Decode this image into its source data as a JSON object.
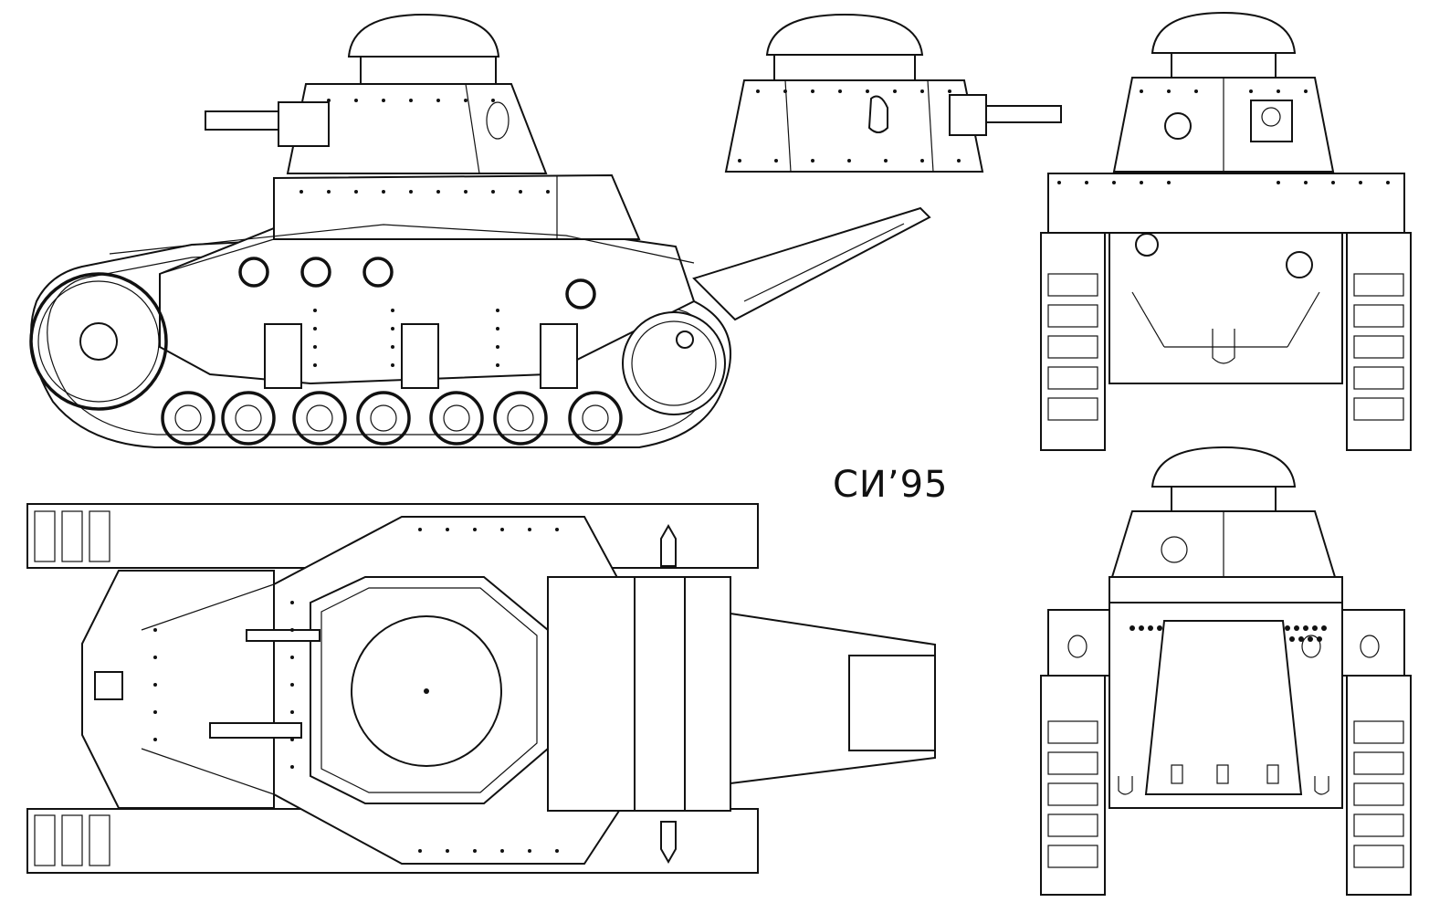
{
  "signature": "СИ’95",
  "views": {
    "side": "side-view",
    "turret": "turret-side-view",
    "front": "front-view",
    "rear": "rear-view",
    "top": "top-view"
  }
}
